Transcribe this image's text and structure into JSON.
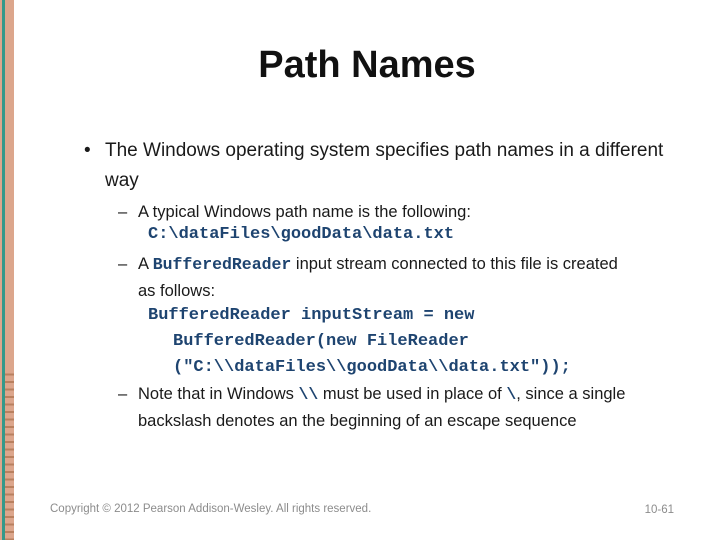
{
  "slide": {
    "title": "Path Names",
    "bullet1": {
      "marker": "•",
      "text": "The Windows operating system specifies path names in a different way"
    },
    "sub1": {
      "marker": "–",
      "text": "A typical Windows path name is the following:",
      "code": "C:\\dataFiles\\goodData\\data.txt"
    },
    "sub2": {
      "marker": "–",
      "pre": "A ",
      "code_inline": "BufferedReader",
      "post": " input stream connected to this file is created as follows:",
      "code_lines": [
        "BufferedReader inputStream = new",
        "BufferedReader(new FileReader",
        "(\"C:\\\\dataFiles\\\\goodData\\\\data.txt\"));"
      ]
    },
    "sub3": {
      "marker": "–",
      "seg1": "Note that in Windows ",
      "code1": "\\\\",
      "seg2": " must be used in place of ",
      "code2": "\\",
      "seg3": ", since a single backslash denotes an the beginning of an escape sequence"
    }
  },
  "footer": {
    "copyright": "Copyright © 2012 Pearson Addison-Wesley. All rights reserved.",
    "page_number": "10-61"
  },
  "colors": {
    "code_blue": "#1e4470",
    "teal_bar": "#33998a",
    "tan_bar": "#dca68c",
    "tick_line": "#b9805f",
    "footer_gray": "#8c8c8c"
  }
}
